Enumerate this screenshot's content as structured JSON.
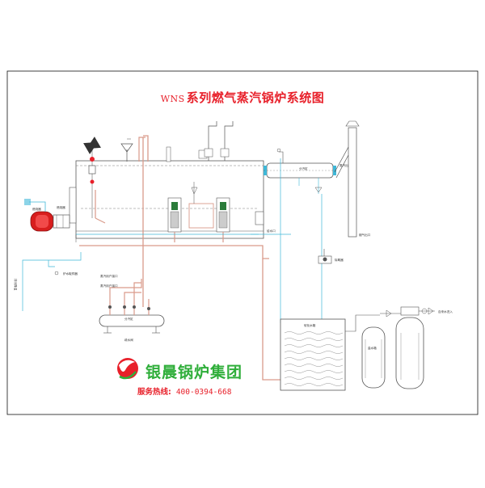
{
  "title_prefix": "WNS",
  "title_main": "系列燃气蒸汽锅炉系统图",
  "brand_name": "银晨锅炉集团",
  "hotline_label": "服务热线:",
  "hotline_number": "400-0394-668",
  "colors": {
    "title_red": "#e8202a",
    "brand_green": "#2fae3a",
    "pipe_salmon": "#d99a8a",
    "water_cyan": "#3fb8d8",
    "burner_red": "#d81e1e",
    "frame_black": "#111111"
  }
}
